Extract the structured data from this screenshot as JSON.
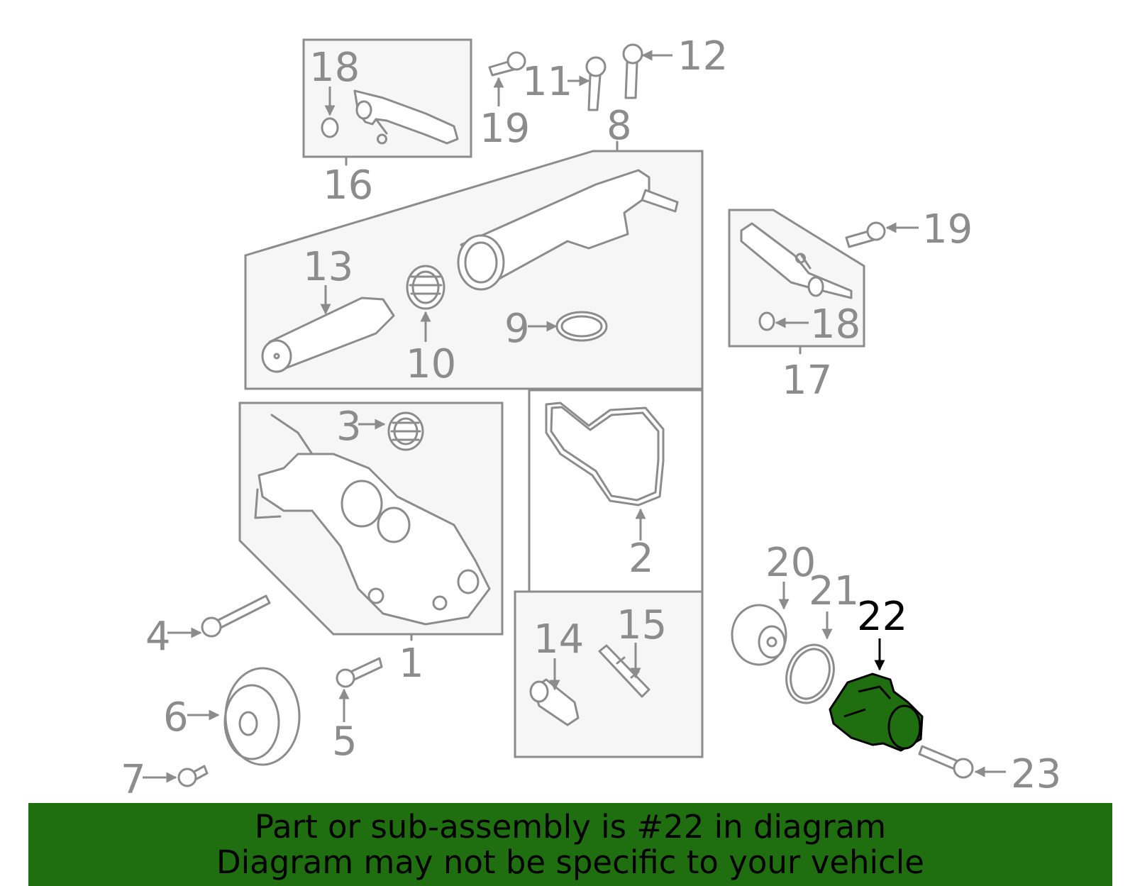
{
  "callouts": {
    "c1": "1",
    "c2": "2",
    "c3": "3",
    "c4": "4",
    "c5": "5",
    "c6": "6",
    "c7": "7",
    "c8": "8",
    "c9": "9",
    "c10": "10",
    "c11": "11",
    "c12": "12",
    "c13": "13",
    "c14": "14",
    "c15": "15",
    "c16": "16",
    "c17": "17",
    "c18a": "18",
    "c18b": "18",
    "c19a": "19",
    "c19b": "19",
    "c20": "20",
    "c21": "21",
    "c22": "22",
    "c23": "23"
  },
  "highlighted_part": "22",
  "colors": {
    "highlight": "#1f6e0f",
    "line": "#8c8c8c",
    "panel": "#f6f6f6"
  },
  "banner": {
    "line1": "Part or sub-assembly is #22 in diagram",
    "line2": "Diagram may not be specific to your vehicle"
  }
}
